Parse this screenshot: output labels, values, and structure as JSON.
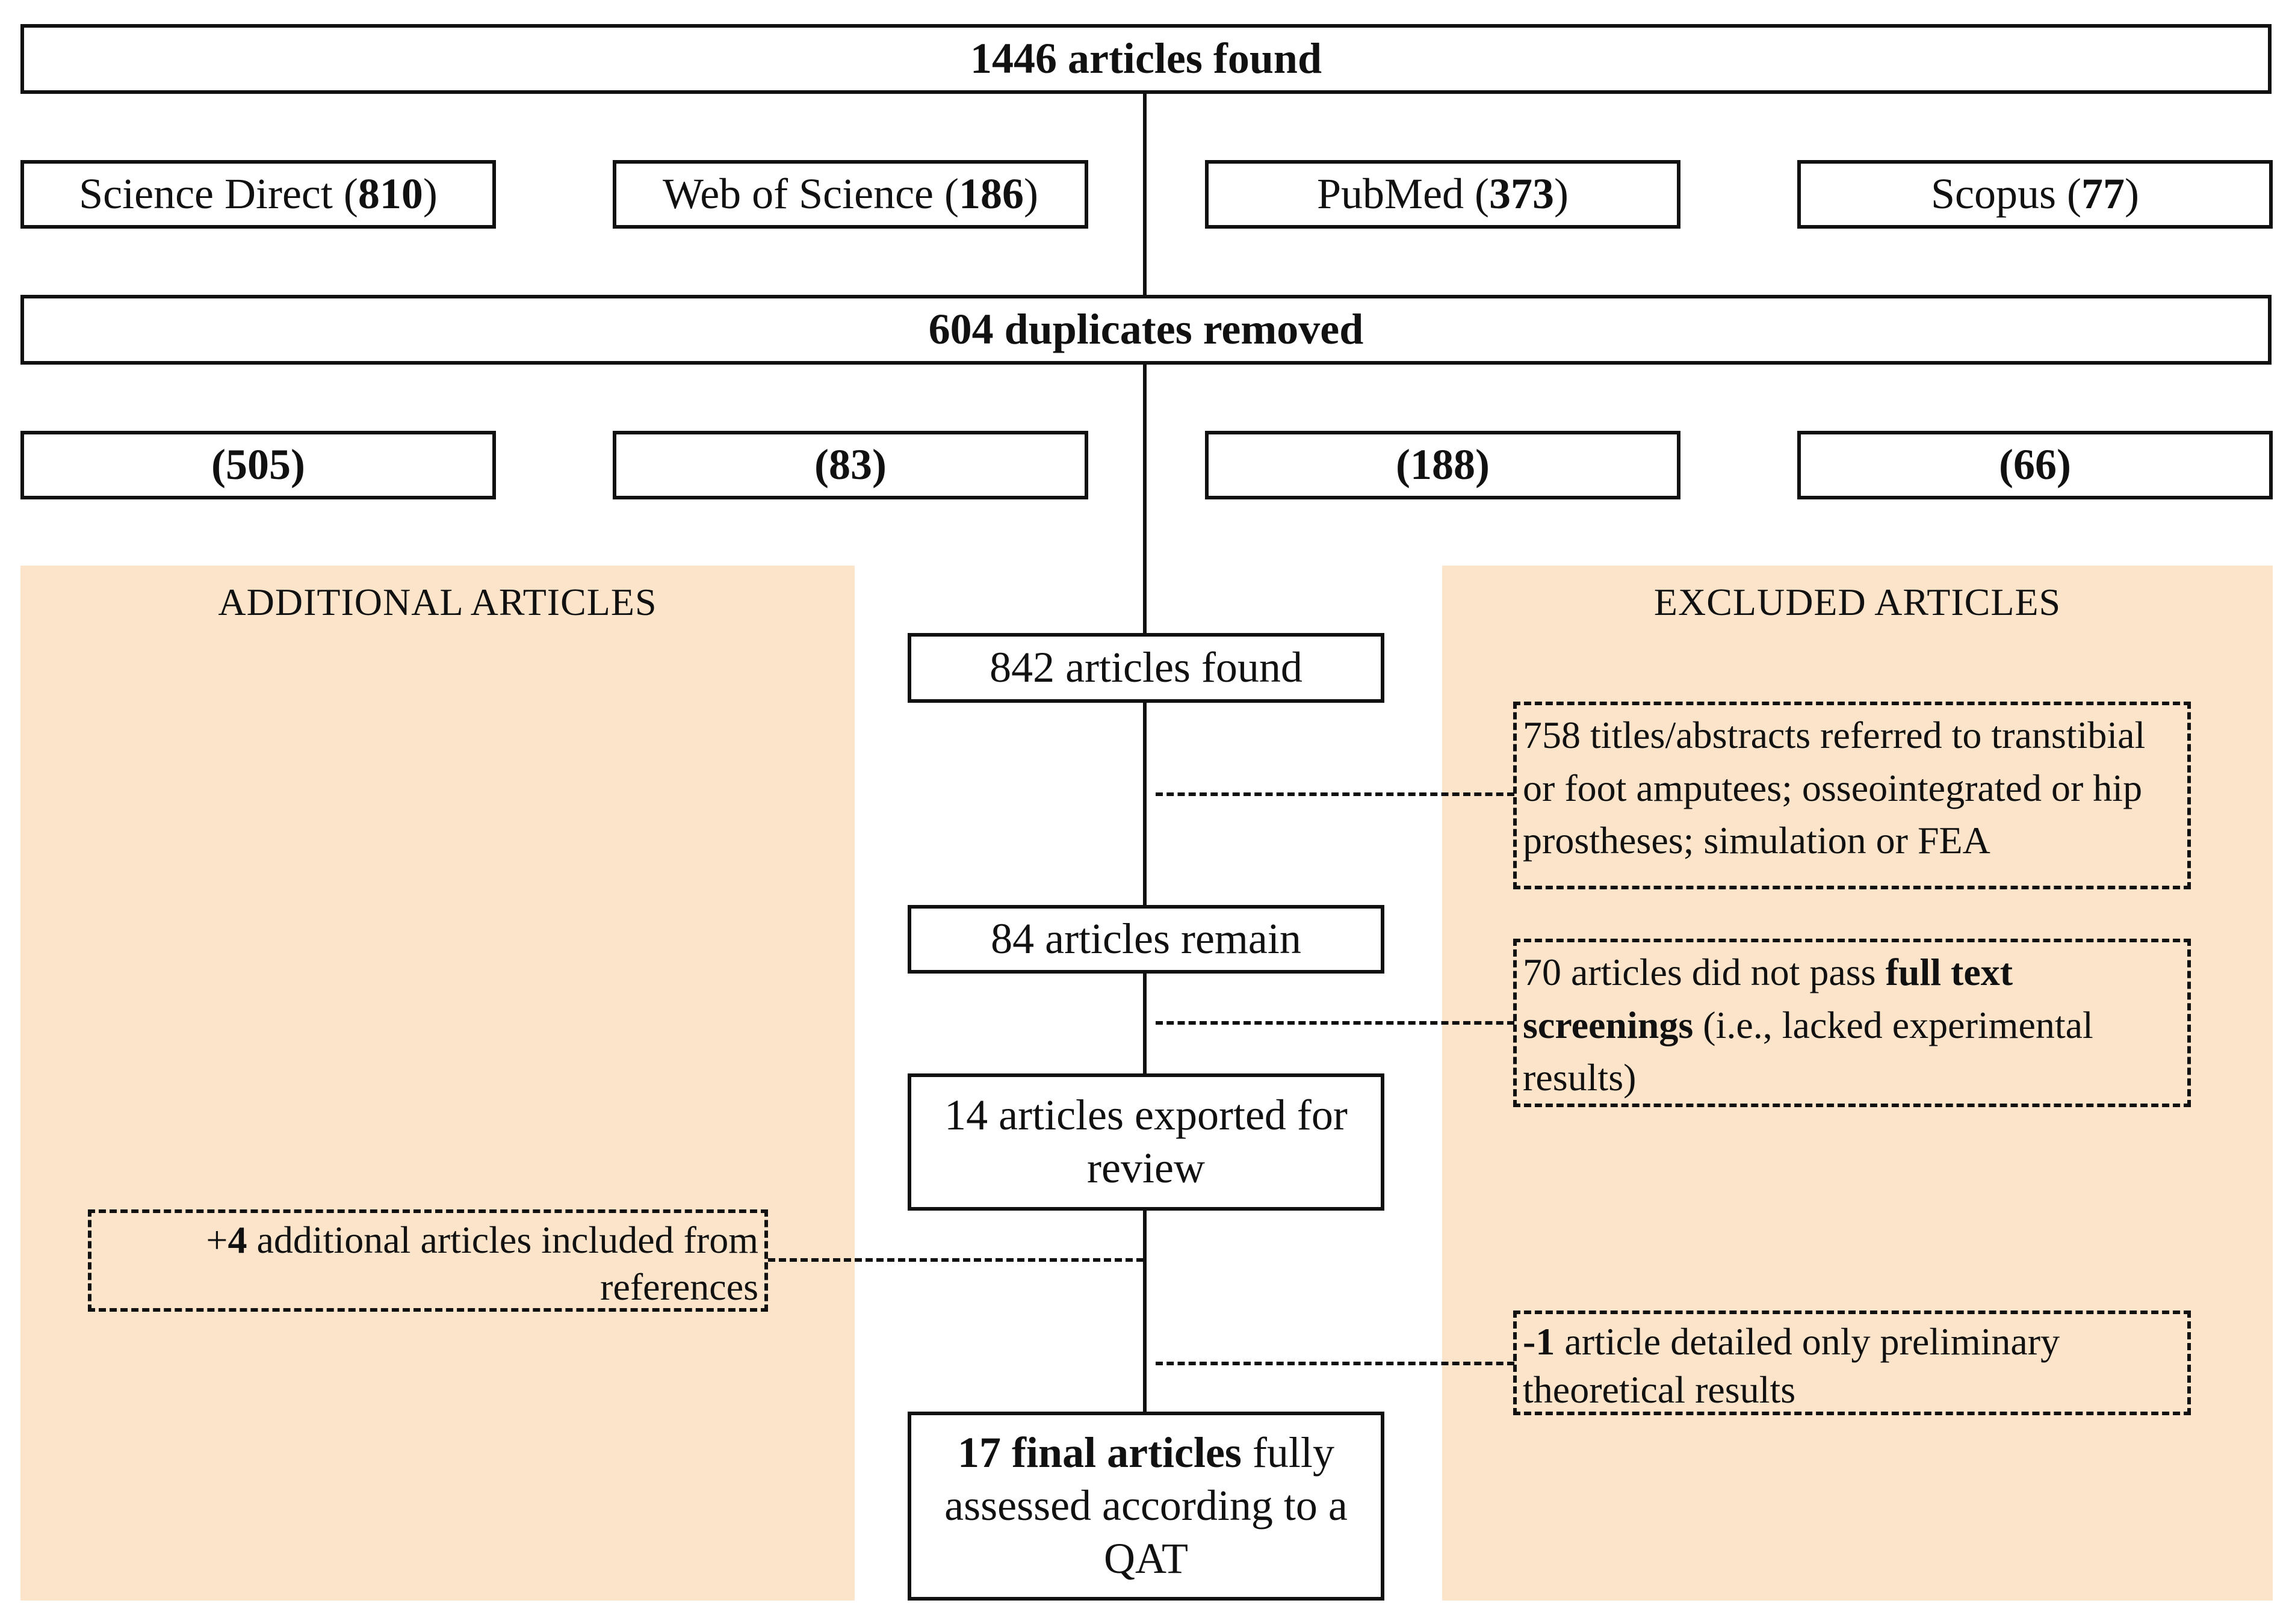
{
  "top": {
    "total": "1446 articles found"
  },
  "sources": [
    {
      "name": "Science Direct",
      "found": "810",
      "after_dedup": "505"
    },
    {
      "name": "Web of Science",
      "found": "186",
      "after_dedup": "83"
    },
    {
      "name": "PubMed",
      "found": "373",
      "after_dedup": "188"
    },
    {
      "name": "Scopus",
      "found": "77",
      "after_dedup": "66"
    }
  ],
  "duplicates": "604 duplicates removed",
  "panels": {
    "additional": "ADDITIONAL ARTICLES",
    "excluded": "EXCLUDED ARTICLES"
  },
  "flow": {
    "found": "842 articles found",
    "remain": "84 articles remain",
    "exported": "14 articles exported for review",
    "final_bold": "17 final articles",
    "final_rest": " fully assessed according to a QAT"
  },
  "exclusions": {
    "title_abstract": "758 titles/abstracts referred to transtibial or foot amputees; osseointegrated or hip prostheses; simulation or FEA",
    "fulltext_pre": "70 articles did not pass ",
    "fulltext_bold": "full text screenings",
    "fulltext_post": " (i.e., lacked experimental results)",
    "prelim_bold": "-1",
    "prelim_rest": " article detailed only preliminary theoretical results"
  },
  "additions": {
    "refs_pre": "+",
    "refs_bold": "4",
    "refs_rest": " additional articles included from references"
  }
}
